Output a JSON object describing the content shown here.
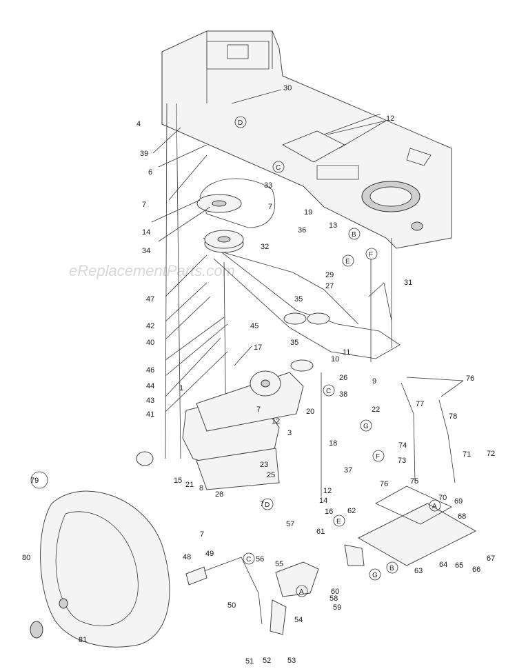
{
  "watermark": "eReplacementParts.com",
  "callouts": {
    "A": "A",
    "B": "B",
    "C": "C",
    "D": "D",
    "E": "E",
    "F": "F",
    "G": "G"
  },
  "parts": {
    "p1": "1",
    "p3": "3",
    "p4": "4",
    "p6": "6",
    "p7": "7",
    "p8": "8",
    "p9": "9",
    "p10": "10",
    "p11": "11",
    "p12": "12",
    "p13": "13",
    "p14": "14",
    "p15": "15",
    "p16": "16",
    "p17": "17",
    "p18": "18",
    "p19": "19",
    "p20": "20",
    "p21": "21",
    "p22": "22",
    "p23": "23",
    "p25": "25",
    "p26": "26",
    "p27": "27",
    "p28": "28",
    "p29": "29",
    "p30": "30",
    "p31": "31",
    "p32": "32",
    "p33": "33",
    "p34": "34",
    "p35": "35",
    "p36": "36",
    "p37": "37",
    "p38": "38",
    "p39": "39",
    "p40": "40",
    "p41": "41",
    "p42": "42",
    "p43": "43",
    "p44": "44",
    "p45": "45",
    "p46": "46",
    "p47": "47",
    "p48": "48",
    "p49": "49",
    "p50": "50",
    "p51": "51",
    "p52": "52",
    "p53": "53",
    "p54": "54",
    "p55": "55",
    "p56": "56",
    "p57": "57",
    "p58": "58",
    "p59": "59",
    "p60": "60",
    "p61": "61",
    "p62": "62",
    "p63": "63",
    "p64": "64",
    "p65": "65",
    "p66": "66",
    "p67": "67",
    "p68": "68",
    "p69": "69",
    "p70": "70",
    "p71": "71",
    "p72": "72",
    "p73": "73",
    "p74": "74",
    "p75": "75",
    "p76": "76",
    "p77": "77",
    "p78": "78",
    "p79": "79",
    "p80": "80",
    "p81": "81"
  }
}
